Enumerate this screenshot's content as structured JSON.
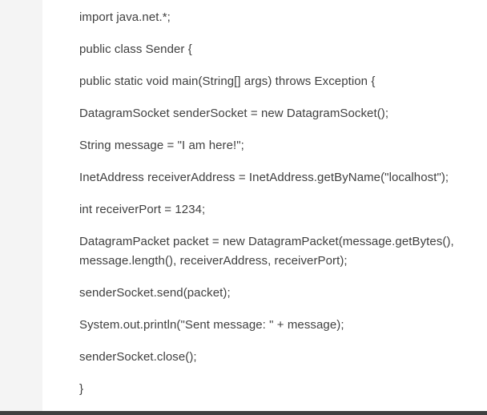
{
  "layout": {
    "gutter_color": "#f4f4f4",
    "content_background": "#ffffff",
    "text_color": "#404040",
    "bottom_bar_color": "#404040"
  },
  "document": {
    "language": "java",
    "class_name": "Sender",
    "lines": [
      "import java.net.*;",
      "public class Sender {",
      "public static void main(String[] args) throws Exception {",
      "DatagramSocket senderSocket = new DatagramSocket();",
      "String message = \"I am here!\";",
      "InetAddress receiverAddress = InetAddress.getByName(\"localhost\");",
      "int receiverPort = 1234;",
      "DatagramPacket packet = new DatagramPacket(message.getBytes(), message.length(), receiverAddress, receiverPort);",
      "senderSocket.send(packet);",
      "System.out.println(\"Sent message: \" + message);",
      "senderSocket.close();",
      "}"
    ]
  }
}
